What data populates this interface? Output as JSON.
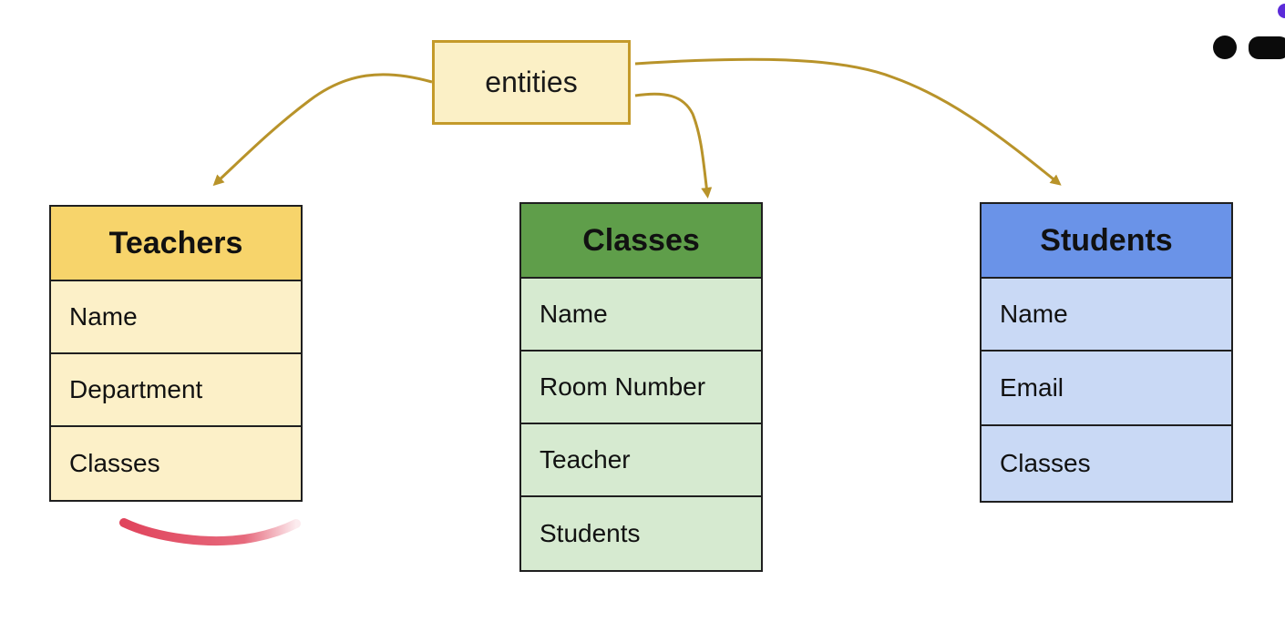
{
  "root": {
    "label": "entities"
  },
  "entities": [
    {
      "id": "teachers",
      "title": "Teachers",
      "fields": [
        "Name",
        "Department",
        "Classes"
      ],
      "header_color": "#f7d46b",
      "row_color": "#fcf0c8"
    },
    {
      "id": "classes",
      "title": "Classes",
      "fields": [
        "Name",
        "Room Number",
        "Teacher",
        "Students"
      ],
      "header_color": "#5f9e4a",
      "row_color": "#d6ead0"
    },
    {
      "id": "students",
      "title": "Students",
      "fields": [
        "Name",
        "Email",
        "Classes"
      ],
      "header_color": "#6a93e8",
      "row_color": "#c9d9f5"
    }
  ],
  "colors": {
    "connector": "#b8932a",
    "root_border": "#c49a2a",
    "root_fill": "#fbf0c6",
    "annotation_stroke": "#e0445c"
  }
}
